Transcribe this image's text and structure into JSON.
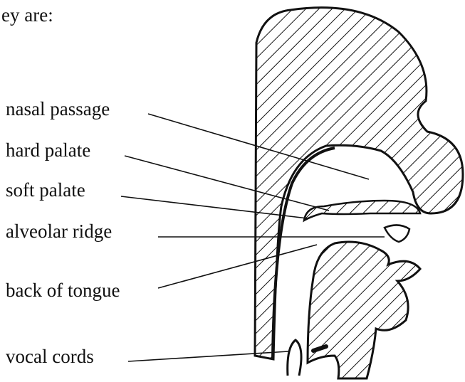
{
  "intro_text": "ey are:",
  "labels": {
    "nasal_passage": "nasal passage",
    "hard_palate": "hard palate",
    "soft_palate": "soft palate",
    "alveolar_ridge": "alveolar ridge",
    "back_of_tongue": "back of tongue",
    "vocal_cords": "vocal cords"
  },
  "colors": {
    "ink": "#111111",
    "paper": "#ffffff"
  }
}
